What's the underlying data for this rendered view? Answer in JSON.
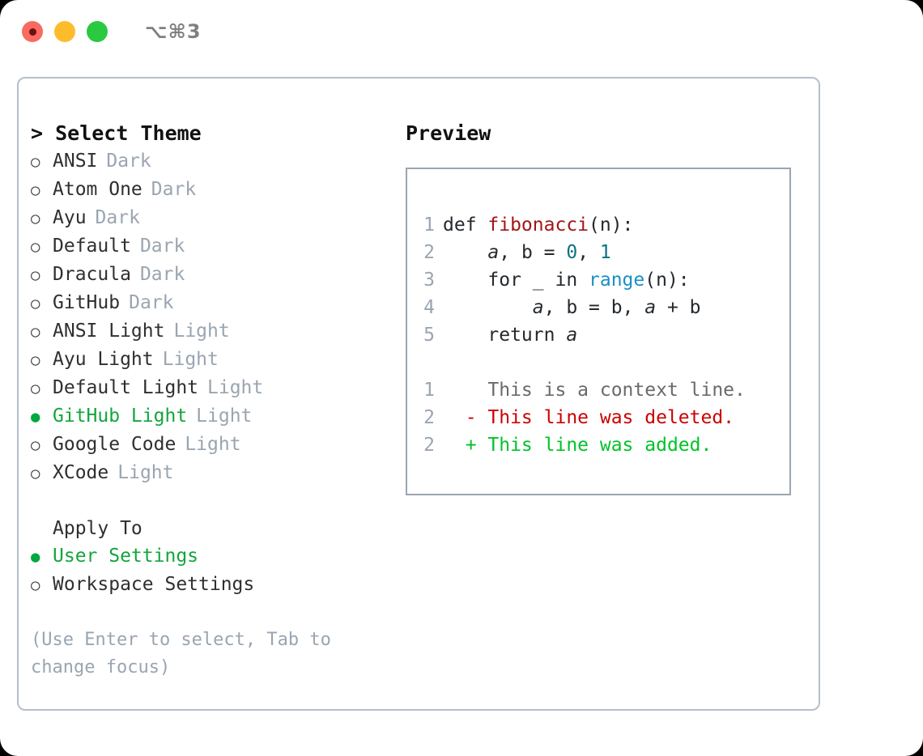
{
  "titlebar": {
    "shortcut": "⌥⌘3",
    "lights": [
      {
        "name": "close",
        "color": "#f96a60"
      },
      {
        "name": "minimize",
        "color": "#fdbc2c"
      },
      {
        "name": "maximize",
        "color": "#2ac940"
      }
    ]
  },
  "theme_panel": {
    "title": "> Select Theme",
    "marker_selected": "●",
    "marker_unselected": "○",
    "accent_color": "#13a53d",
    "badge_color": "#9aa5b1",
    "options": [
      {
        "label": "ANSI",
        "badge": "Dark",
        "selected": false
      },
      {
        "label": "Atom One",
        "badge": "Dark",
        "selected": false
      },
      {
        "label": "Ayu",
        "badge": "Dark",
        "selected": false
      },
      {
        "label": "Default",
        "badge": "Dark",
        "selected": false
      },
      {
        "label": "Dracula",
        "badge": "Dark",
        "selected": false
      },
      {
        "label": "GitHub",
        "badge": "Dark",
        "selected": false
      },
      {
        "label": "ANSI Light",
        "badge": "Light",
        "selected": false
      },
      {
        "label": "Ayu Light",
        "badge": "Light",
        "selected": false
      },
      {
        "label": "Default Light",
        "badge": "Light",
        "selected": false
      },
      {
        "label": "GitHub Light",
        "badge": "Light",
        "selected": true
      },
      {
        "label": "Google Code",
        "badge": "Light",
        "selected": false
      },
      {
        "label": "XCode",
        "badge": "Light",
        "selected": false
      }
    ]
  },
  "apply_to": {
    "title": "Apply To",
    "options": [
      {
        "label": "User Settings",
        "selected": true
      },
      {
        "label": "Workspace Settings",
        "selected": false
      }
    ]
  },
  "hint": "(Use Enter to select, Tab to change focus)",
  "preview": {
    "title": "Preview",
    "code_lines": [
      {
        "number": "1",
        "tokens": [
          {
            "text": "def ",
            "kind": "plain"
          },
          {
            "text": "fibonacci",
            "kind": "function"
          },
          {
            "text": "(n):",
            "kind": "plain"
          }
        ]
      },
      {
        "number": "2",
        "tokens": [
          {
            "text": "    ",
            "kind": "plain"
          },
          {
            "text": "a",
            "kind": "variable"
          },
          {
            "text": ", ",
            "kind": "plain"
          },
          {
            "text": "b",
            "kind": "plain"
          },
          {
            "text": " = ",
            "kind": "plain"
          },
          {
            "text": "0",
            "kind": "number"
          },
          {
            "text": ", ",
            "kind": "plain"
          },
          {
            "text": "1",
            "kind": "number"
          }
        ]
      },
      {
        "number": "3",
        "tokens": [
          {
            "text": "    for _ in ",
            "kind": "plain"
          },
          {
            "text": "range",
            "kind": "call"
          },
          {
            "text": "(n):",
            "kind": "plain"
          }
        ]
      },
      {
        "number": "4",
        "tokens": [
          {
            "text": "        ",
            "kind": "plain"
          },
          {
            "text": "a",
            "kind": "variable"
          },
          {
            "text": ", b = b, ",
            "kind": "plain"
          },
          {
            "text": "a",
            "kind": "variable"
          },
          {
            "text": " + b",
            "kind": "plain"
          }
        ]
      },
      {
        "number": "5",
        "tokens": [
          {
            "text": "    return ",
            "kind": "plain"
          },
          {
            "text": "a",
            "kind": "variable"
          }
        ]
      }
    ],
    "diff_lines": [
      {
        "number": "1",
        "sign": " ",
        "text": " This is a context line.",
        "kind": "context"
      },
      {
        "number": "2",
        "sign": "-",
        "text": " This line was deleted.",
        "kind": "deleted"
      },
      {
        "number": "2",
        "sign": "+",
        "text": " This line was added.",
        "kind": "added"
      }
    ],
    "colors": {
      "function": "#a31515",
      "number": "#0b7285",
      "call": "#1a8fc4",
      "plain": "#24292e",
      "line_number": "#9aa5b1",
      "context": "#6a6a6a",
      "deleted": "#cc0000",
      "added": "#00c328"
    }
  }
}
